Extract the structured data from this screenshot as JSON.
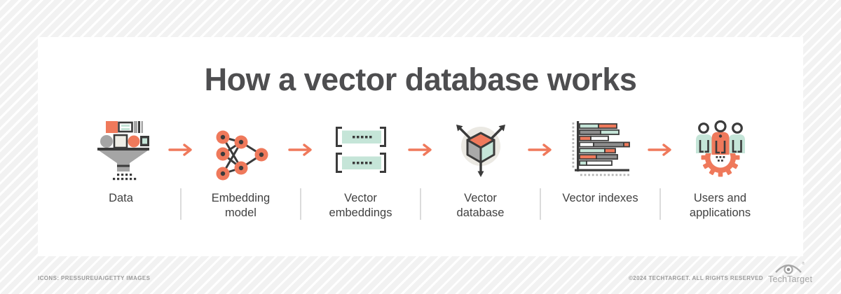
{
  "title": "How a vector database works",
  "flow": {
    "steps": [
      {
        "label": "Data",
        "icon": "data-funnel-icon"
      },
      {
        "label": "Embedding model",
        "icon": "embedding-model-icon"
      },
      {
        "label": "Vector embeddings",
        "icon": "vector-embeddings-icon"
      },
      {
        "label": "Vector database",
        "icon": "vector-database-icon"
      },
      {
        "label": "Vector indexes",
        "icon": "vector-indexes-icon"
      },
      {
        "label": "Users and applications",
        "icon": "users-applications-icon"
      }
    ],
    "connector": "arrow-right"
  },
  "footer": {
    "credit": "ICONS: PRESSUREUA/GETTY IMAGES",
    "copyright": "©2024 TECHTARGET. ALL RIGHTS RESERVED",
    "brand": "TechTarget",
    "registered": "®"
  },
  "colors": {
    "accent_orange": "#EF795B",
    "accent_teal": "#C5E5D8",
    "icon_dark": "#3B3B3B",
    "icon_gray": "#A5A5A5",
    "title_text": "#4E4E50",
    "label_text": "#414141",
    "footer_text": "#9B9B9B",
    "card_bg": "#FFFFFF"
  }
}
